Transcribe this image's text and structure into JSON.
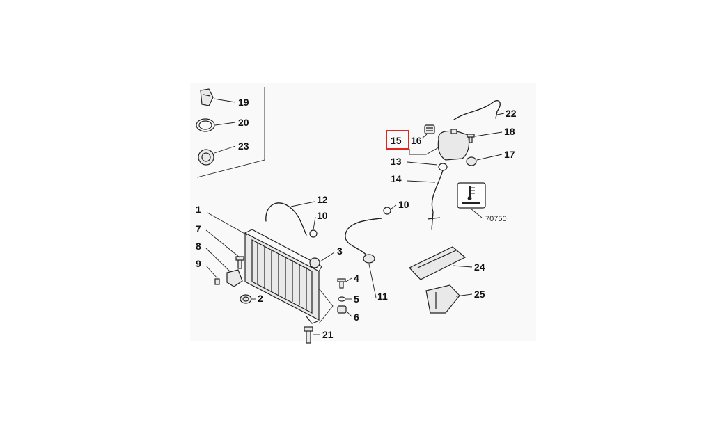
{
  "diagram": {
    "highlight_color": "#e0261f",
    "highlighted_callout": "15",
    "reference_code": "70750",
    "callouts": {
      "c1": "1",
      "c2": "2",
      "c3": "3",
      "c4": "4",
      "c5": "5",
      "c6": "6",
      "c7": "7",
      "c8": "8",
      "c9": "9",
      "c10a": "10",
      "c10b": "10",
      "c11": "11",
      "c12": "12",
      "c13": "13",
      "c14": "14",
      "c15": "15",
      "c16": "16",
      "c17": "17",
      "c18": "18",
      "c19": "19",
      "c20": "20",
      "c21": "21",
      "c22": "22",
      "c23": "23",
      "c24": "24",
      "c25": "25"
    },
    "icons": [
      "coolant-temperature-icon"
    ]
  }
}
